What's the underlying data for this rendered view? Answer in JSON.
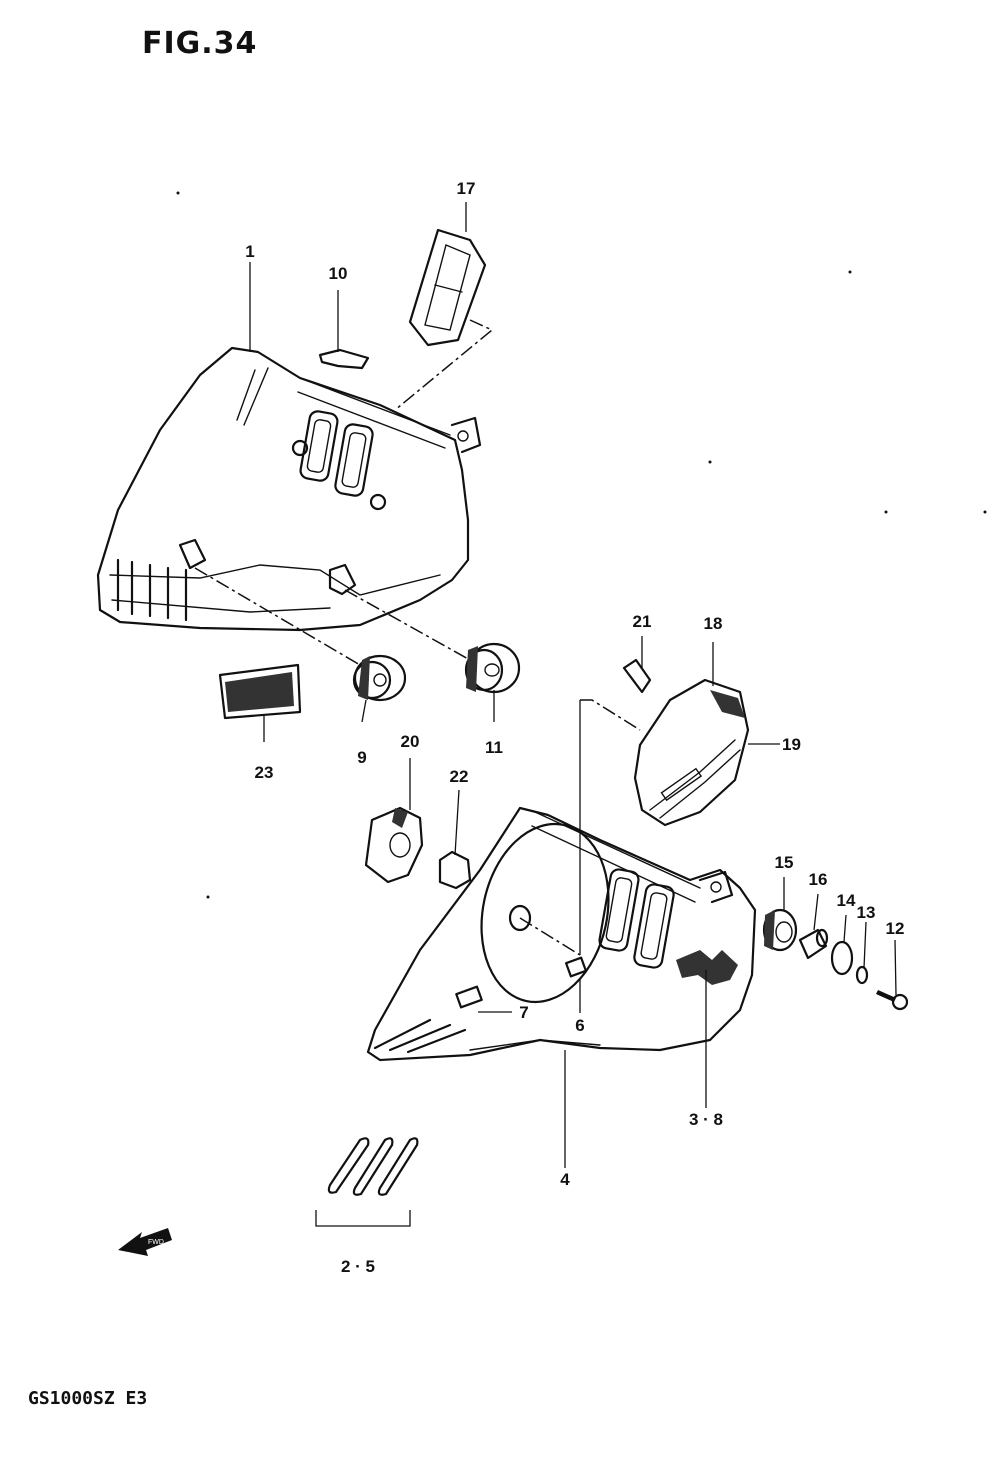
{
  "figure": {
    "title": "FIG.34",
    "model": "GS1000SZ  E3",
    "direction_arrow_text": "FWD"
  },
  "callouts": [
    {
      "id": "c1",
      "text": "1"
    },
    {
      "id": "c10",
      "text": "10"
    },
    {
      "id": "c17",
      "text": "17"
    },
    {
      "id": "c9",
      "text": "9"
    },
    {
      "id": "c11",
      "text": "11"
    },
    {
      "id": "c23",
      "text": "23"
    },
    {
      "id": "c21",
      "text": "21"
    },
    {
      "id": "c18",
      "text": "18"
    },
    {
      "id": "c19",
      "text": "19"
    },
    {
      "id": "c20",
      "text": "20"
    },
    {
      "id": "c22",
      "text": "22"
    },
    {
      "id": "c15",
      "text": "15"
    },
    {
      "id": "c16",
      "text": "16"
    },
    {
      "id": "c14",
      "text": "14"
    },
    {
      "id": "c13",
      "text": "13"
    },
    {
      "id": "c12",
      "text": "12"
    },
    {
      "id": "c7",
      "text": "7"
    },
    {
      "id": "c6",
      "text": "6"
    },
    {
      "id": "c38",
      "text": "3 · 8"
    },
    {
      "id": "c4",
      "text": "4"
    },
    {
      "id": "c25",
      "text": "2 · 5"
    }
  ]
}
